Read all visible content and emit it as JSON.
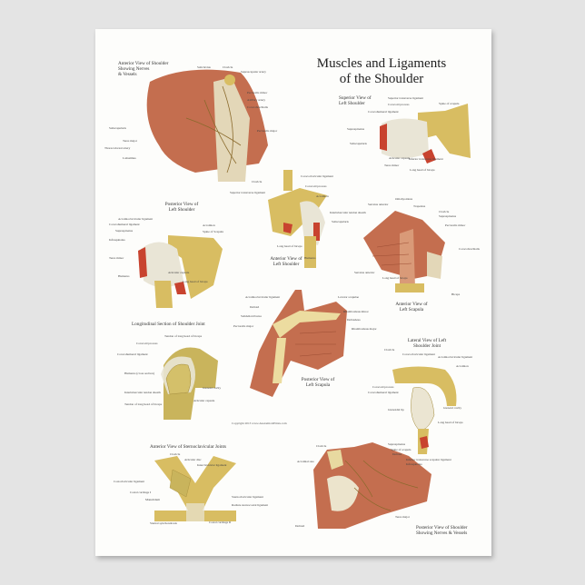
{
  "title_line1": "Muscles and Ligaments",
  "title_line2": "of the Shoulder",
  "copyright": "Copyright 2013 www.AnatomicalPrints.com",
  "colors": {
    "muscle": "#c46e4f",
    "bone": "#d8bd62",
    "ligament": "#e9e5d6",
    "red": "#c8432f",
    "background": "#e4e4e4"
  },
  "panels": [
    {
      "caption": [
        "Anterior View of Shoulder",
        "Showing Nerves",
        "& Vessels"
      ],
      "labels": [
        "Subclavius",
        "Clavicle",
        "Suprascapular artery",
        "Pectoralis minor",
        "Axillary artery",
        "Coracobrachialis",
        "Pectoralis major",
        "Subscapularis",
        "Teres major",
        "Thoracodorsal artery",
        "Latissimus"
      ]
    },
    {
      "caption": [
        "Superior View of",
        "Left Shoulder"
      ],
      "labels": [
        "Superior transverse ligament",
        "Coracoid process",
        "Spine of scapula",
        "Coracohumeral ligament",
        "Supraspinatus",
        "Subscapularis",
        "Teres minor",
        "Articular capsule",
        "Inferior transverse ligament",
        "Long head of biceps"
      ]
    },
    {
      "caption": [
        "Posterior View of",
        "Left Shoulder"
      ],
      "labels": [
        "Acromioclavicular ligament",
        "Coracohumeral ligament",
        "Supraspinatus",
        "Acromion",
        "Spine of Scapula",
        "Infraspinatus",
        "Teres minor",
        "Humerus",
        "Articular capsule",
        "Long head of biceps"
      ]
    },
    {
      "caption": [
        "Anterior View of",
        "Left Shoulder"
      ],
      "labels": [
        "Clavicle",
        "Coracoclavicular ligament",
        "Coracoid process",
        "Superior transverse ligament",
        "Acromion",
        "Intertubercular tendon sheath",
        "Subscapularis",
        "Long head of biceps",
        "Humerus"
      ]
    },
    {
      "caption": [
        "Anterior View of",
        "Left Scapula"
      ],
      "labels": [
        "Omohyoideus",
        "Serratus anterior",
        "Trapezius",
        "Clavicle",
        "Supraspinatus",
        "Pectoralis minor",
        "Coracobrachialis",
        "Serratus anterior",
        "Long head of biceps",
        "Biceps"
      ]
    },
    {
      "caption": [
        "Longitudinal Section of Shoulder Joint"
      ],
      "labels": [
        "Tendon of long head of biceps",
        "Coracoid process",
        "Coracohumeral ligament",
        "Humerus (cross section)",
        "Intertubercular tendon sheath",
        "Tendon of long head of biceps",
        "Glenoid cavity",
        "Articular capsule"
      ]
    },
    {
      "caption": [
        "Posterior View of",
        "Left Scapula"
      ],
      "labels": [
        "Acromioclavicular ligament",
        "Levator scapulae",
        "Deltoid",
        "Rhomboideus minor",
        "Subdeltoid bursa",
        "Deltoideus",
        "Pectoralis major",
        "Rhomboideus major"
      ]
    },
    {
      "caption": [
        "Lateral View of Left",
        "Shoulder Joint"
      ],
      "labels": [
        "Clavicle",
        "Coracoclavicular ligament",
        "Acromioclavicular ligament",
        "Acromion",
        "Coracoid process",
        "Coracohumeral ligament",
        "Glenoidal lip",
        "Glenoid cavity",
        "Long head of biceps"
      ]
    },
    {
      "caption": [
        "Anterior View of Sternoclavicular Joints"
      ],
      "labels": [
        "Clavicle",
        "Articular disc",
        "Interclavicular ligament",
        "Costoclavicular ligament",
        "Costal cartilage I",
        "Manubrium",
        "Sternoclavicular ligament",
        "Radiate sternocostal ligament",
        "Sternal synchondrosis",
        "Costal cartilage II"
      ]
    },
    {
      "caption": [
        "Posterior View of Shoulder",
        "Showing Nerves & Vessels"
      ],
      "labels": [
        "Clavicle",
        "Supraspinatus",
        "Spine of scapula",
        "Deltoid",
        "Acromial rete",
        "Inferior transverse scapular ligament",
        "Infraspinatus",
        "Teres major",
        "Deltoid"
      ]
    }
  ]
}
